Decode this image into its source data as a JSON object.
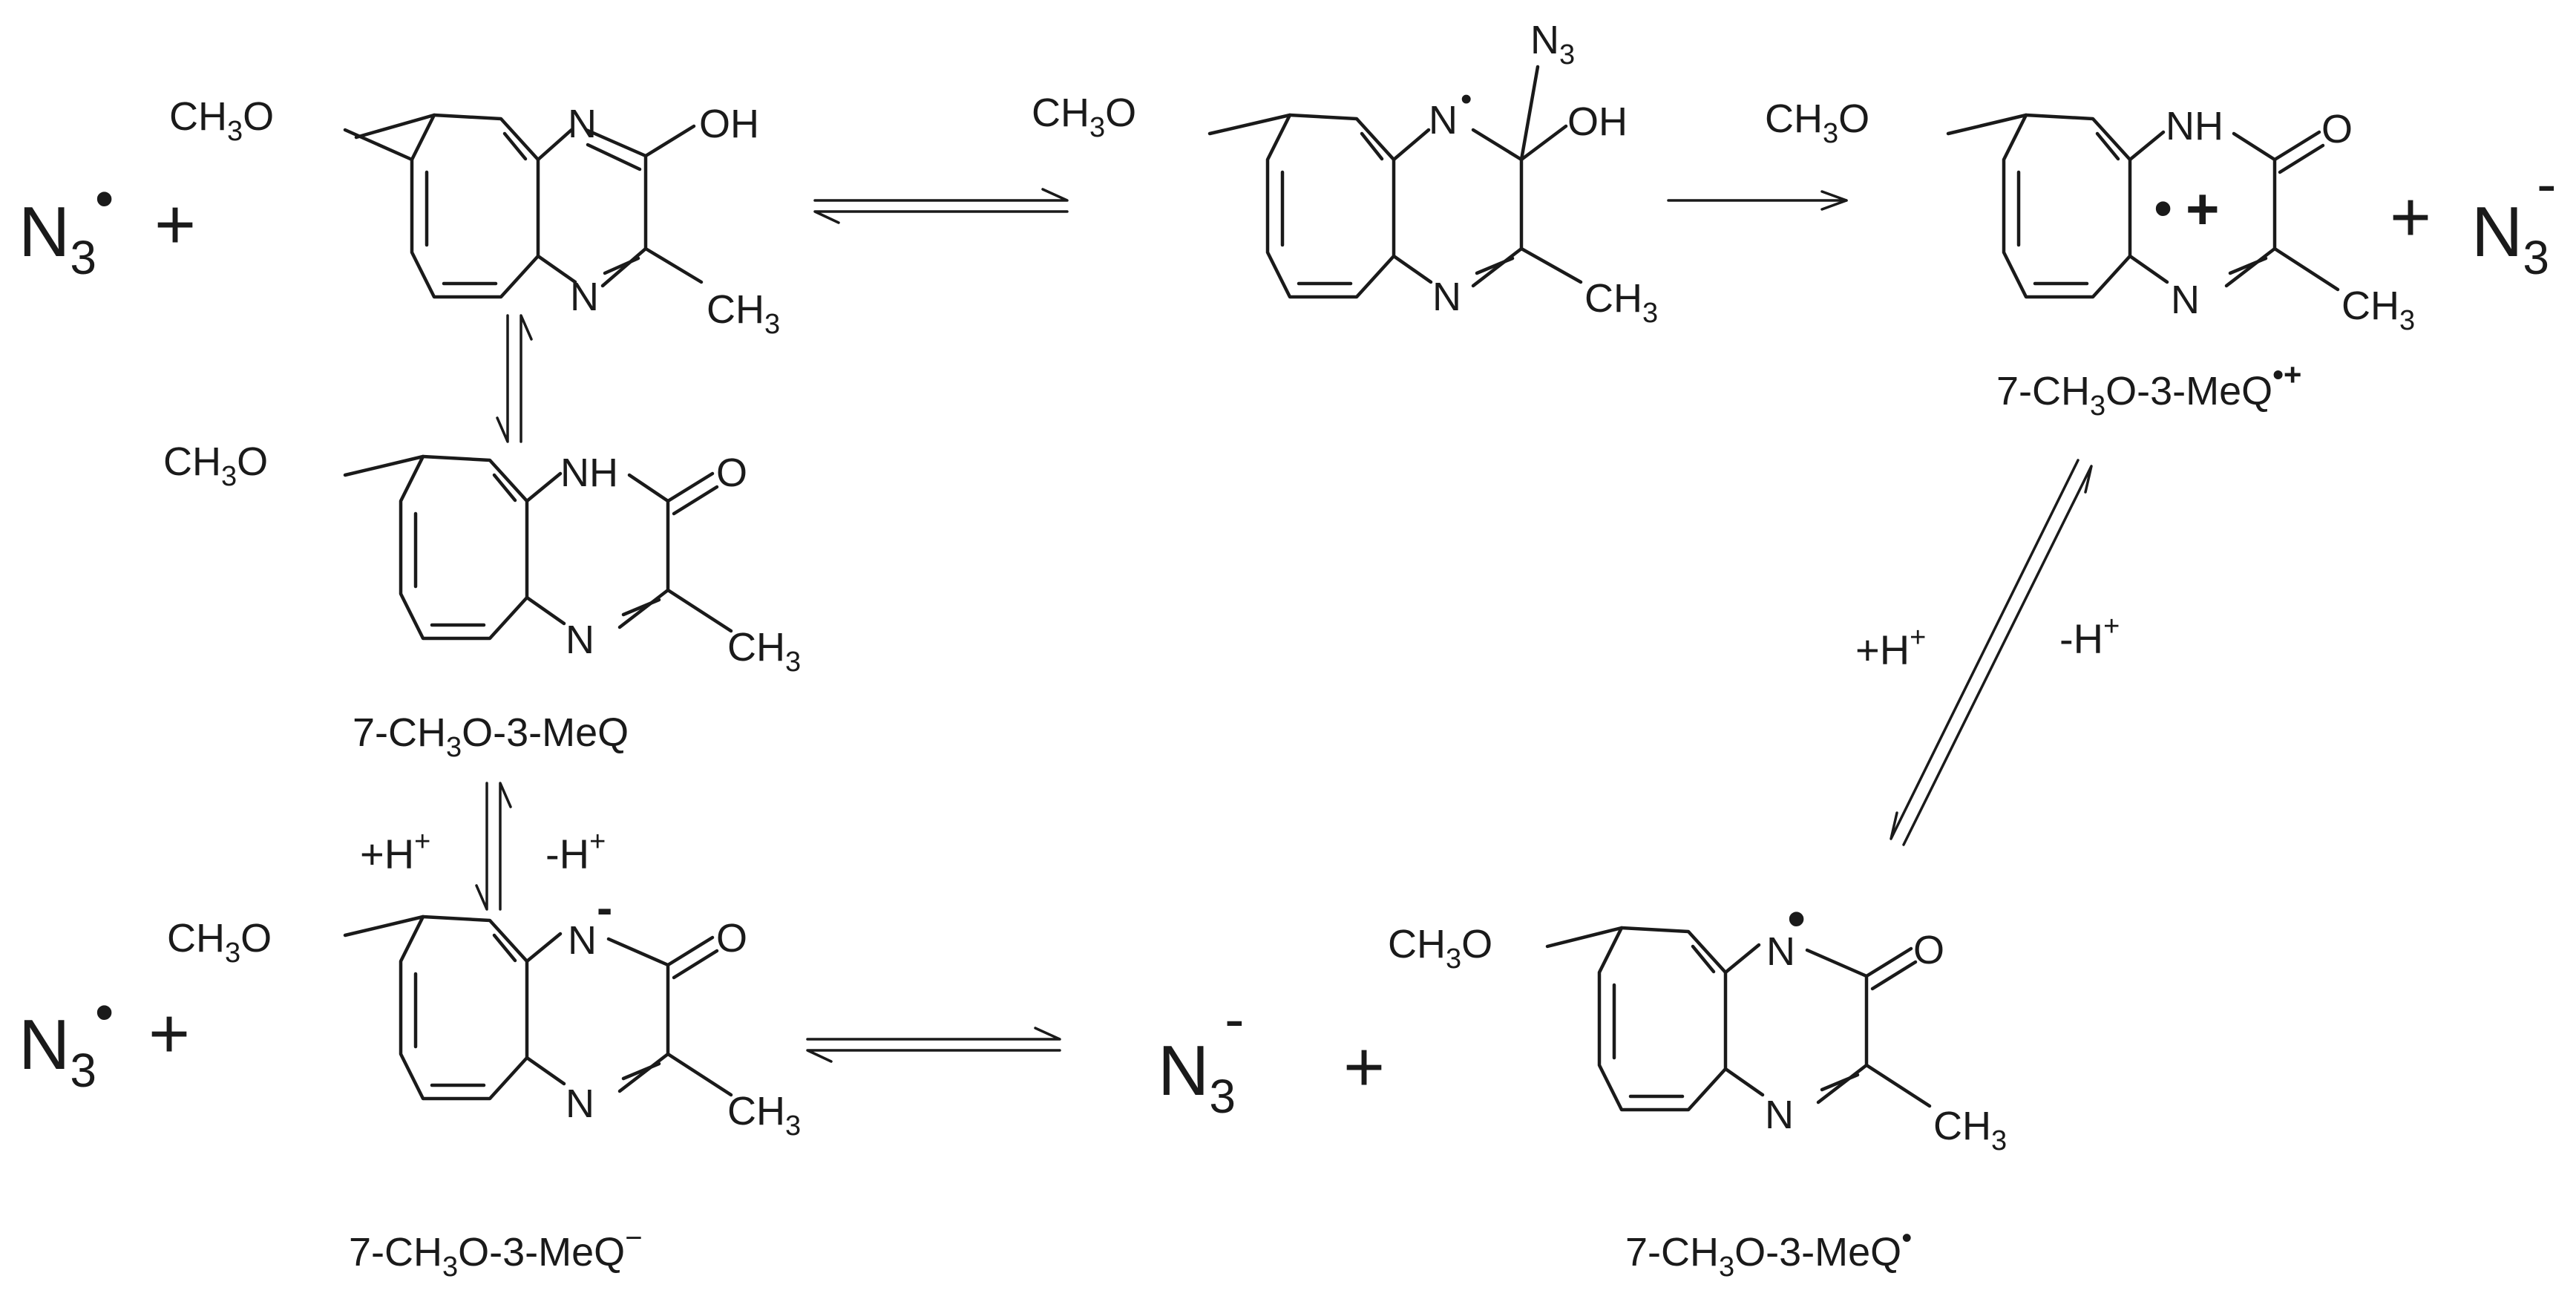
{
  "atoms": {
    "ch3o": "CH",
    "ch3o_sub": "3",
    "ch3o_tail": "O",
    "n": "N",
    "nh": "NH",
    "oh": "OH",
    "o": "O",
    "ch3": "CH",
    "ch3_sub": "3",
    "n3": "N",
    "n3_sub": "3"
  },
  "symbols": {
    "plus": "+",
    "radical": "•",
    "minus": "-",
    "cation": "+"
  },
  "labels": {
    "neutral": "7-CH3O-3-MeQ",
    "anion": "7-CH3O-3-MeQ−",
    "radical_cation": "7-CH3O-3-MeQ•+",
    "radical": "7-CH3O-3-MeQ•"
  },
  "conditions": {
    "left_protonation": "+H+",
    "left_deprotonation": "-H+",
    "right_protonation": "+H+",
    "right_deprotonation": "-H+"
  }
}
